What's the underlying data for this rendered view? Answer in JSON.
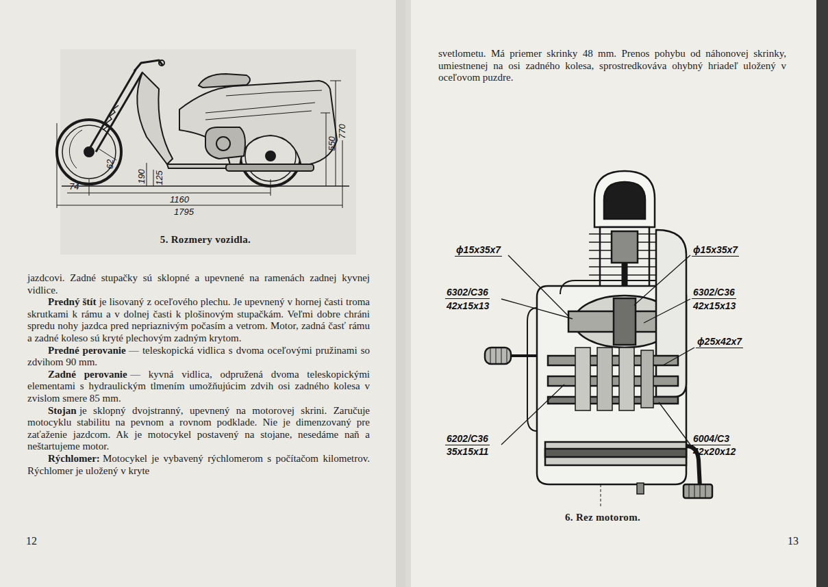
{
  "diagram": {
    "labels": [
      "770",
      "550",
      "190",
      "125",
      "62",
      "74",
      "1160",
      "1795",
      "5. Rozmery vozidla.",
      "jazdcovi. Zadné stupačky sú sklopné a upevnené na ramenách zadnej kyvnej vidlice.",
      "Predný štít",
      "je lisovaný z oceľového plechu. Je upevnený v hornej časti troma skrutkami k rámu a v dolnej časti k plošinovým stupačkám. Veľmi dobre chráni spredu nohy jazdca pred nepriaznivým počasím a vetrom. Motor, zadná časť rámu a zadné koleso sú kryté plechovým zadným krytom.",
      "Predné perovanie",
      "— teleskopická vidlica s dvoma oceľovými pružinami so zdvihom 90 mm.",
      "Zadné perovanie",
      "— kyvná vidlica, odpružená dvoma teleskopickými elementami s hydraulickým tlmením umožňujúcim zdvih osi zadného kolesa v zvislom smere 85 mm.",
      "Stojan",
      "je sklopný dvojstranný, upevnený na motorovej skrini. Zaručuje motocyklu stabilitu na pevnom a rovnom podklade. Nie je dimenzovaný pre zaťaženie jazdcom. Ak je motocykel postavený na stojane, nesedáme naň a neštartujeme motor.",
      "Rýchlomer:",
      "Motocykel je vybavený rýchlomerom s počítačom kilometrov. Rýchlomer je uložený v kryte",
      "12",
      "svetlometu. Má priemer skrinky 48 mm. Prenos pohybu od náhonovej skrinky, umiestnenej na osi zadného kolesa, sprostredkováva ohybný hriadeľ uložený v oceľovom puzdre.",
      "ϕ15x35x7",
      "ϕ15x35x7",
      "6302/C36",
      "42x15x13",
      "6302/C36",
      "42x15x13",
      "ϕ25x42x7",
      "6202/C36",
      "35x15x11",
      "6004/C3",
      "42x20x12",
      "6. Rez motorom.",
      "13"
    ]
  }
}
